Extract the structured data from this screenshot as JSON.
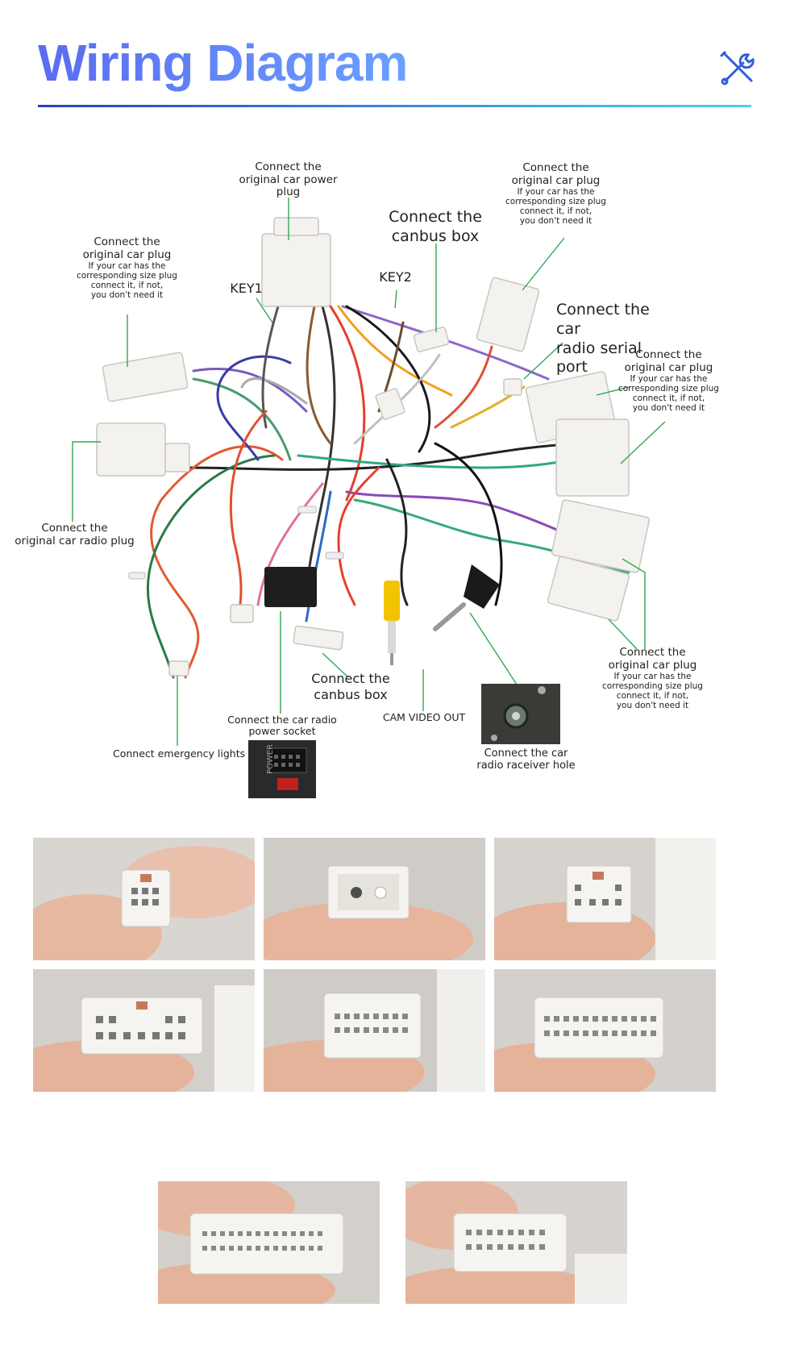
{
  "header": {
    "title": "Wiring Diagram",
    "icon": "tools-icon"
  },
  "labels": {
    "power_plug": "Connect the\noriginal car power plug",
    "plug_left": "Connect the\noriginal car plug",
    "plug_left_note": "If your car has the\ncorresponding size plug\nconnect it, if not,\nyou don't need it",
    "key1": "KEY1",
    "key2": "KEY2",
    "canbus_top": "Connect the\ncanbus box",
    "plug_top_right": "Connect the\noriginal car plug",
    "plug_top_right_note": "If your car has the\ncorresponding size plug\nconnect it, if not,\nyou don't need it",
    "serial_port": "Connect the car\nradio  serial port",
    "plug_right": "Connect the\noriginal car plug",
    "plug_right_note": "If your car has the\ncorresponding size plug\nconnect it, if not,\nyou don't need it",
    "radio_plug": "Connect the\noriginal car radio plug",
    "plug_bottom_right": "Connect the\noriginal car plug",
    "plug_bottom_right_note": "If your car has the\ncorresponding size plug\nconnect it, if not,\nyou don't need it",
    "canbus_bottom": "Connect the\ncanbus box",
    "cam_video_out": "CAM VIDEO OUT",
    "power_socket": "Connect the car radio\npower socket",
    "emergency_lights": "Connect emergency lights",
    "receiver_hole": "Connect the  car\nradio raceiver hole",
    "power_socket_text": "POWER"
  },
  "colors": {
    "title_start": "#5a6cf0",
    "title_end": "#6aa0ff",
    "rule_start": "#2a3fbf",
    "rule_end": "#4bd3ea",
    "leader": "#2fa84f",
    "connector": "#f4f2ee"
  }
}
